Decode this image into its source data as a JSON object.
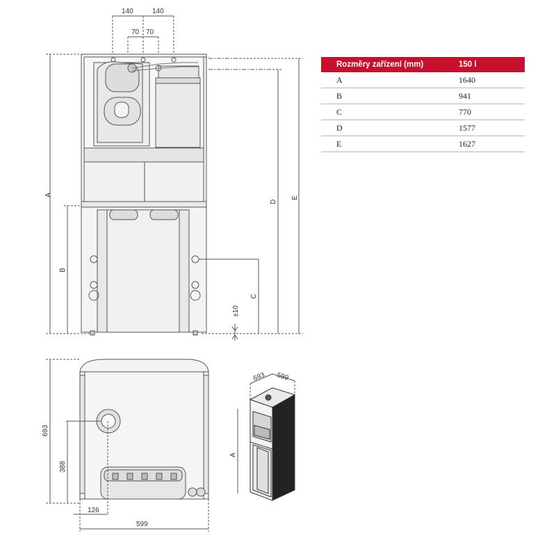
{
  "table": {
    "header_label": "Rozměry zařízení (mm)",
    "header_value": "150 l",
    "rows": [
      {
        "label": "A",
        "value": "1640"
      },
      {
        "label": "B",
        "value": "941"
      },
      {
        "label": "C",
        "value": "770"
      },
      {
        "label": "D",
        "value": "1577"
      },
      {
        "label": "E",
        "value": "1627"
      }
    ]
  },
  "front_view": {
    "dims_top": [
      "140",
      "140",
      "70",
      "70"
    ],
    "labels": {
      "a": "A",
      "b": "B",
      "c": "C",
      "d": "D",
      "e": "E",
      "tol": "±10"
    }
  },
  "top_view": {
    "dims": {
      "depth": "693",
      "pipe_height": "388",
      "pipe_offset": "126",
      "width": "599"
    }
  },
  "iso_view": {
    "dims": {
      "depth": "693",
      "width": "599",
      "height_label": "A"
    }
  },
  "colors": {
    "accent": "#c8102e",
    "line": "#555555",
    "fill": "#eeeeee"
  }
}
